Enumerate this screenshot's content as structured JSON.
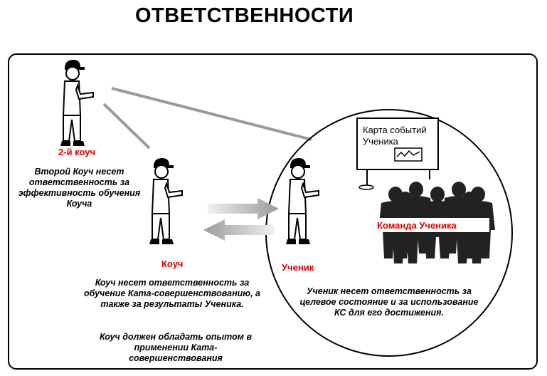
{
  "title": "ОТВЕТСТВЕННОСТИ",
  "second_coach": {
    "label": "2-й коуч",
    "description": "Второй Коуч несет ответственность за эффективность обучения Коуча"
  },
  "coach": {
    "label": "Коуч",
    "description_1": "Коуч несет ответственность за обучение Ката-совершенствованию, а также за результаты Ученика.",
    "description_2": "Коуч должен обладать опытом в применении Ката-совершенствования"
  },
  "learner": {
    "label": "Ученик",
    "description": "Ученик несет ответственность за целевое состояние и за использование КС для его достижения."
  },
  "storyboard": {
    "label": "Карта событий Ученика"
  },
  "team": {
    "label": "Команда Ученика"
  }
}
